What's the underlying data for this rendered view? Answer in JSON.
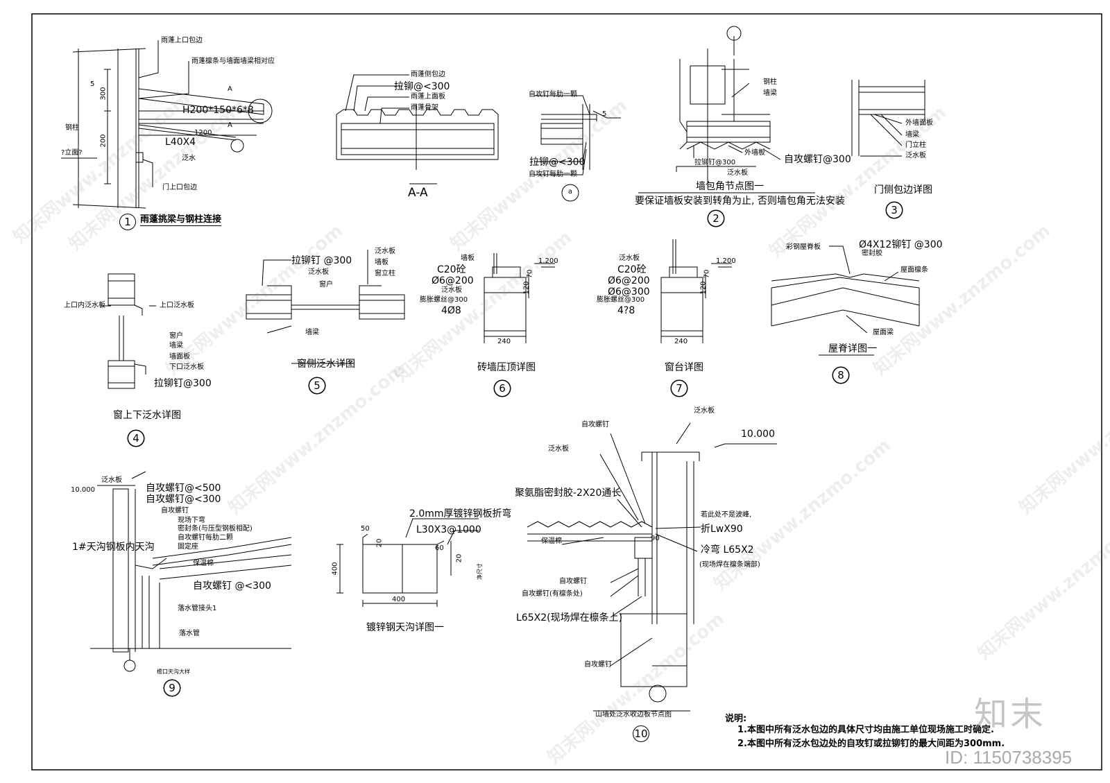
{
  "detail_1": {
    "labels": [
      "雨蓬上口包边",
      "雨蓬檩条与墙面墙梁相对应",
      "钢柱",
      "H200*150*6*8",
      "L40X4",
      "泛水",
      "门上口包边",
      "1200",
      "300",
      "200",
      "A",
      "A",
      "5",
      "?立面?"
    ],
    "title": "雨蓬挑梁与钢柱连接",
    "number": "1"
  },
  "detail_AA": {
    "labels": [
      "雨蓬侧包边",
      "拉铆@<300",
      "雨蓬上面板",
      "雨蓬骨架"
    ],
    "title": "A-A"
  },
  "detail_a": {
    "labels": [
      "自攻钉每肋一颗",
      "拉铆@<300",
      "自攻钉每肋一颗",
      "5"
    ],
    "number": "a"
  },
  "detail_2": {
    "labels": [
      "钢柱",
      "墙梁",
      "外墙板",
      "自攻螺钉@300",
      "拉铆钉@300",
      "泛水板"
    ],
    "title": "墙包角节点图一",
    "note": "要保证墙板安装到转角为止, 否则墙包角无法安装",
    "number": "2"
  },
  "detail_3": {
    "labels": [
      "外墙面板",
      "墙梁",
      "门立柱",
      "泛水板"
    ],
    "title": "门侧包边详图",
    "number": "3"
  },
  "detail_4": {
    "labels": [
      "上口内泛水板",
      "上口泛水板",
      "窗户",
      "墙梁",
      "墙面板",
      "下口泛水板",
      "拉铆钉@300"
    ],
    "title": "窗上下泛水详图",
    "number": "4"
  },
  "detail_5": {
    "labels": [
      "拉铆钉 @300",
      "泛水板",
      "窗户",
      "泛水板",
      "墙板",
      "窗立柱",
      "墙梁"
    ],
    "title": "窗侧泛水详图",
    "number": "5"
  },
  "detail_6": {
    "labels": [
      "墙板",
      "C20砼",
      "Ø6@200",
      "泛水板",
      "膨胀螺丝@300",
      "4Ø8",
      "120",
      "70",
      "240",
      "1.200"
    ],
    "title": "砖墙压顶详图",
    "number": "6"
  },
  "detail_7": {
    "labels": [
      "泛水板",
      "C20砼",
      "Ø6@200",
      "Ø6@300",
      "膨胀螺丝@300",
      "4?8",
      "120",
      "70",
      "240",
      "1.200"
    ],
    "title": "窗台详图",
    "number": "7"
  },
  "detail_8": {
    "labels": [
      "彩钢屋脊板",
      "Ø4X12铆钉 @300",
      "密封胶",
      "屋面檩条",
      "屋面梁"
    ],
    "title": "屋脊详图一",
    "number": "8"
  },
  "detail_9": {
    "labels": [
      "泛水板",
      "10.000",
      "自攻螺钉@<500",
      "自攻螺钉@<300",
      "自攻螺钉",
      "现场下弯",
      "密封条(与压型钢板相配)",
      "自攻螺钉每肋二颗",
      "固定座",
      "1#天沟钢板内天沟",
      "保温棉",
      "自攻螺钉 @<300",
      "落水管接头1",
      "落水管"
    ],
    "title": "檐口天沟大样",
    "number": "9"
  },
  "detail_gutter": {
    "labels": [
      "2.0mm厚镀锌钢板折弯",
      "L30X3@1000",
      "50",
      "20",
      "60",
      "20",
      "400",
      "400",
      "净尺寸"
    ],
    "title": "镀锌钢天沟详图一"
  },
  "detail_10": {
    "labels": [
      "自攻螺钉",
      "泛水板",
      "10.000",
      "泛水板",
      "聚氨脂密封胶-2X20通长",
      "若此处不是波峰,",
      "折LwX90",
      "冷弯 L65X2",
      "(现场焊在檩条端部)",
      "保温棉",
      "90",
      "自攻螺钉",
      "自攻螺钉(有檩条处)",
      "L65X2(现场焊在檩条上)",
      "自攻螺钉"
    ],
    "title": "山墙处泛水收边板节点图",
    "number": "10"
  },
  "notes": {
    "heading": "说明:",
    "items": [
      "1.本图中所有泛水包边的具体尺寸均由施工单位现场施工时确定.",
      "2.本图中所有泛水包边处的自攻钉或拉铆钉的最大间距为300mm."
    ]
  },
  "watermark": {
    "brand": "知末",
    "id": "ID: 1150738395",
    "text": "知末网www.znzmo.com"
  }
}
